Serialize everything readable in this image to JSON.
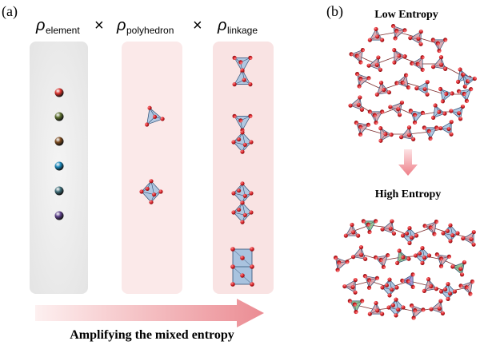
{
  "panel_a": {
    "label": "(a)",
    "headers": [
      {
        "symbol": "ρ",
        "subscript": "element"
      },
      {
        "symbol": "ρ",
        "subscript": "polyhedron"
      },
      {
        "symbol": "ρ",
        "subscript": "linkage"
      }
    ],
    "operator_1": "×",
    "operator_2": "×",
    "element_colors": [
      "#d8302a",
      "#5b6e2e",
      "#7a4a1e",
      "#1a86b8",
      "#3e6d78",
      "#5b3f88"
    ],
    "caption": "Amplifying the mixed entropy",
    "colors": {
      "column_element_bg": "#ededed",
      "column_polyhedron_bg": "#fbe9e9",
      "column_linkage_bg": "#f9e3e3",
      "polyhedron_fill": "#a9c3df",
      "polyhedron_edge": "#2d4f75",
      "oxygen": "#d9252b",
      "arrow_start": "#fdf0f0",
      "arrow_end": "#eb8c93"
    }
  },
  "panel_b": {
    "label": "(b)",
    "top_title": "Low Entropy",
    "bottom_title": "High Entropy",
    "colors": {
      "tetra_pink": "#d9a3ab",
      "tetra_green": "#8dbf8b",
      "tetra_purple": "#9b8ed1",
      "octa_blue": "#a9c3df",
      "down_arrow": "#ef8b92"
    }
  }
}
